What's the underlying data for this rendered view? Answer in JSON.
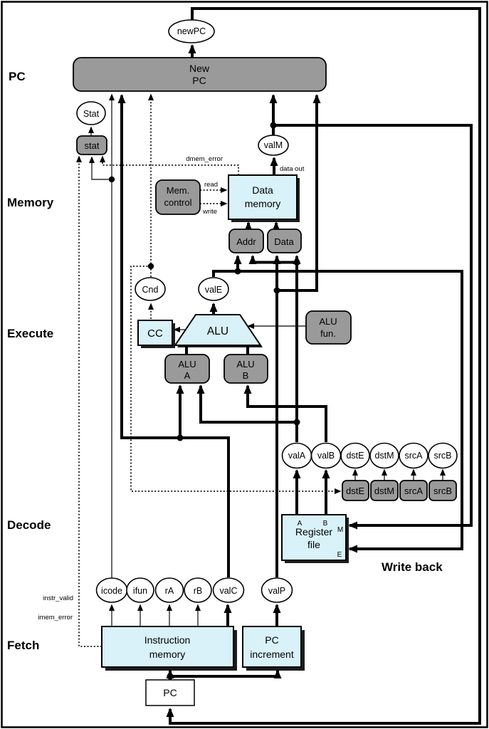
{
  "stages": {
    "pc": "PC",
    "memory": "Memory",
    "execute": "Execute",
    "decode": "Decode",
    "fetch": "Fetch",
    "writeback": "Write back"
  },
  "blocks": {
    "new_pc": {
      "l1": "New",
      "l2": "PC"
    },
    "stat": {
      "label": "stat"
    },
    "mem_control": {
      "l1": "Mem.",
      "l2": "control"
    },
    "data_memory": {
      "l1": "Data",
      "l2": "memory"
    },
    "addr": {
      "label": "Addr"
    },
    "data": {
      "label": "Data"
    },
    "cc": {
      "label": "CC"
    },
    "alu": {
      "label": "ALU"
    },
    "alu_fun": {
      "l1": "ALU",
      "l2": "fun."
    },
    "alu_a": {
      "l1": "ALU",
      "l2": "A"
    },
    "alu_b": {
      "l1": "ALU",
      "l2": "B"
    },
    "dst_e": {
      "label": "dstE"
    },
    "dst_m": {
      "label": "dstM"
    },
    "src_a": {
      "label": "srcA"
    },
    "src_b": {
      "label": "srcB"
    },
    "register_file": {
      "l1": "Register",
      "l2": "file",
      "port_a": "A",
      "port_b": "B",
      "port_m": "M",
      "port_e": "E"
    },
    "instruction_memory": {
      "l1": "Instruction",
      "l2": "memory"
    },
    "pc_increment": {
      "l1": "PC",
      "l2": "increment"
    },
    "pc_register": {
      "label": "PC"
    }
  },
  "wires": {
    "newPC": "newPC",
    "Stat": "Stat",
    "valM": "valM",
    "Cnd": "Cnd",
    "valE": "valE",
    "valA": "valA",
    "valB": "valB",
    "dstE": "dstE",
    "dstM": "dstM",
    "srcA": "srcA",
    "srcB": "srcB",
    "icode": "icode",
    "ifun": "ifun",
    "rA": "rA",
    "rB": "rB",
    "valC": "valC",
    "valP": "valP"
  },
  "signals": {
    "dmem_error": "dmem_error",
    "data_out": "data out",
    "read": "read",
    "write": "write",
    "instr_valid": "instr_valid",
    "imem_error": "imem_error"
  },
  "colors": {
    "block_gray": "#9a9a9a",
    "block_cyan": "#d9f2f9",
    "shadow": "#1c1c1c",
    "line": "#000000"
  }
}
